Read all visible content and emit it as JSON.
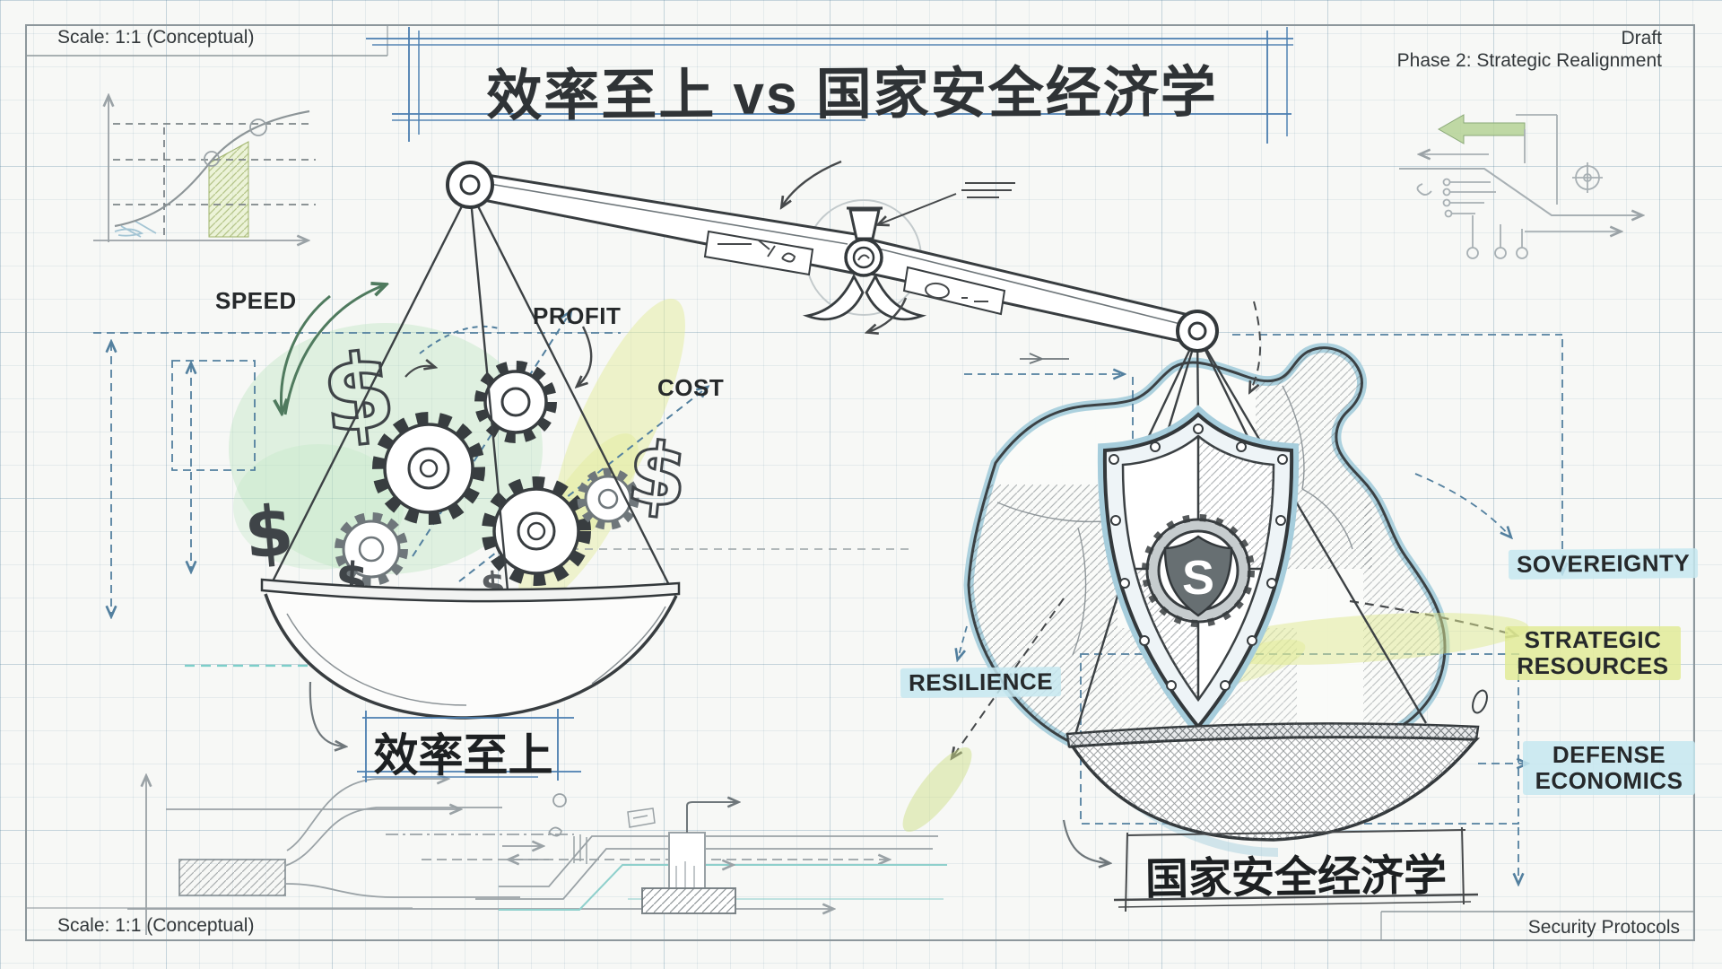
{
  "page": {
    "top_left_note": "Scale: 1:1 (Conceptual)",
    "top_right_status": "Draft",
    "top_right_phase": "Phase 2: Strategic Realignment",
    "bottom_left_note": "Scale: 1:1 (Conceptual)",
    "bottom_right_note": "Security Protocols"
  },
  "title": "效率至上 vs 国家安全经济学",
  "efficiency_side": {
    "caption": "效率至上",
    "labels": {
      "speed": "SPEED",
      "profit": "PROFIT",
      "cost": "COST"
    },
    "currency_symbol": "$"
  },
  "security_side": {
    "caption": "国家安全经济学",
    "labels": {
      "resilience": "RESILIENCE",
      "sovereignty": "SOVEREIGNTY",
      "strategic_resources": "STRATEGIC RESOURCES",
      "defense_economics": "DEFENSE ECONOMICS"
    },
    "shield_monogram": "S"
  },
  "colors": {
    "paper": "#f7f8f6",
    "blueprint_blue": "#4a7eb0",
    "dimension_blue": "#53809f",
    "sketch_dark": "#383d40",
    "highlight_green": "#bfe5c2",
    "highlight_yellow": "#e0ea92",
    "highlight_blue": "#cde9f2",
    "shield_blue": "#a9cfdd",
    "teal": "#7ccfc9"
  }
}
